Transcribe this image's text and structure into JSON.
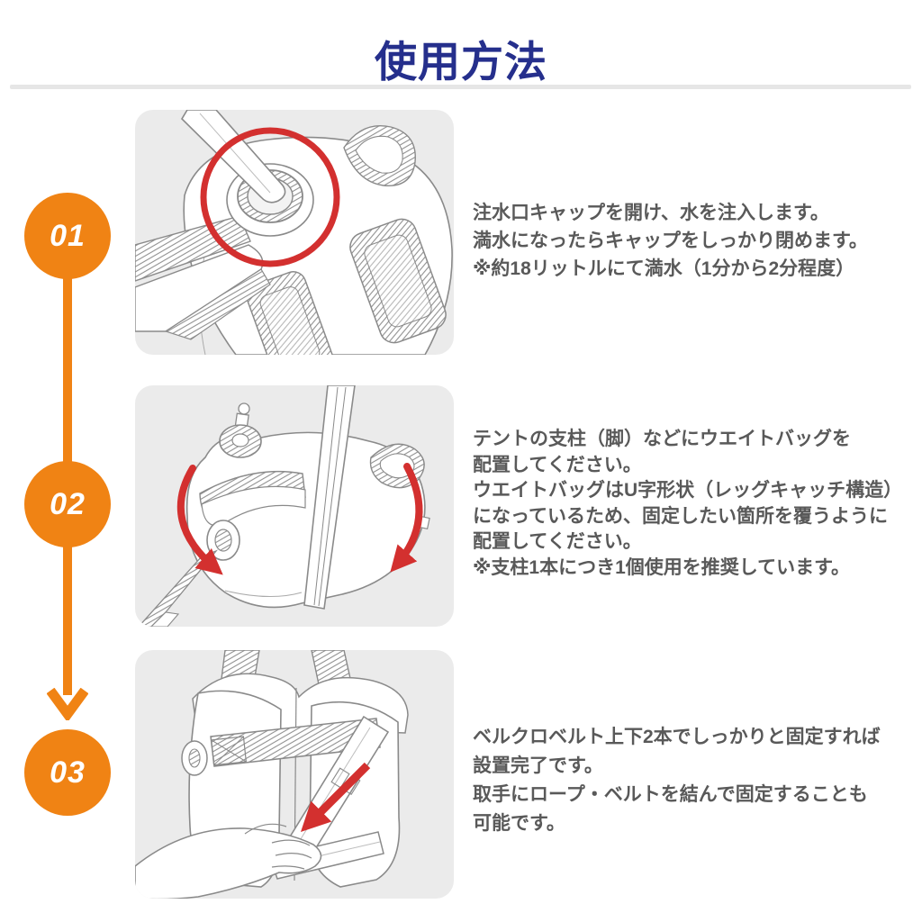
{
  "title": "使用方法",
  "colors": {
    "accent_orange": "#F08314",
    "title_navy": "#252F8C",
    "text_gray": "#595959",
    "panel_gray": "#EBEBEB",
    "highlight_red": "#D3302F",
    "line_art": "#8A8A8A",
    "divider_gray": "#E6E6E6"
  },
  "steps": [
    {
      "number": "01",
      "illustration": "water-bag-filling-port-with-hose-and-red-highlight-circle",
      "lines": [
        "注水口キャップを開け、水を注入します。",
        "満水になったらキャップをしっかり閉めます。",
        "※約18リットルにて満水（1分から2分程度）"
      ]
    },
    {
      "number": "02",
      "illustration": "weight-bag-wrapped-around-tent-pole-with-red-rotation-arrows",
      "lines": [
        "テントの支柱（脚）などにウエイトバッグを",
        "配置してください。",
        "ウエイトバッグはU字形状（レッグキャッチ構造）",
        "になっているため、固定したい箇所を覆うように",
        "配置してください。",
        "※支柱1本につき1個使用を推奨しています。"
      ]
    },
    {
      "number": "03",
      "illustration": "hand-fastening-velcro-belt-with-red-arrow",
      "lines": [
        "ベルクロベルト上下2本でしっかりと固定すれば",
        "設置完了です。",
        "取手にロープ・ベルトを結んで固定することも",
        "可能です。"
      ]
    }
  ]
}
